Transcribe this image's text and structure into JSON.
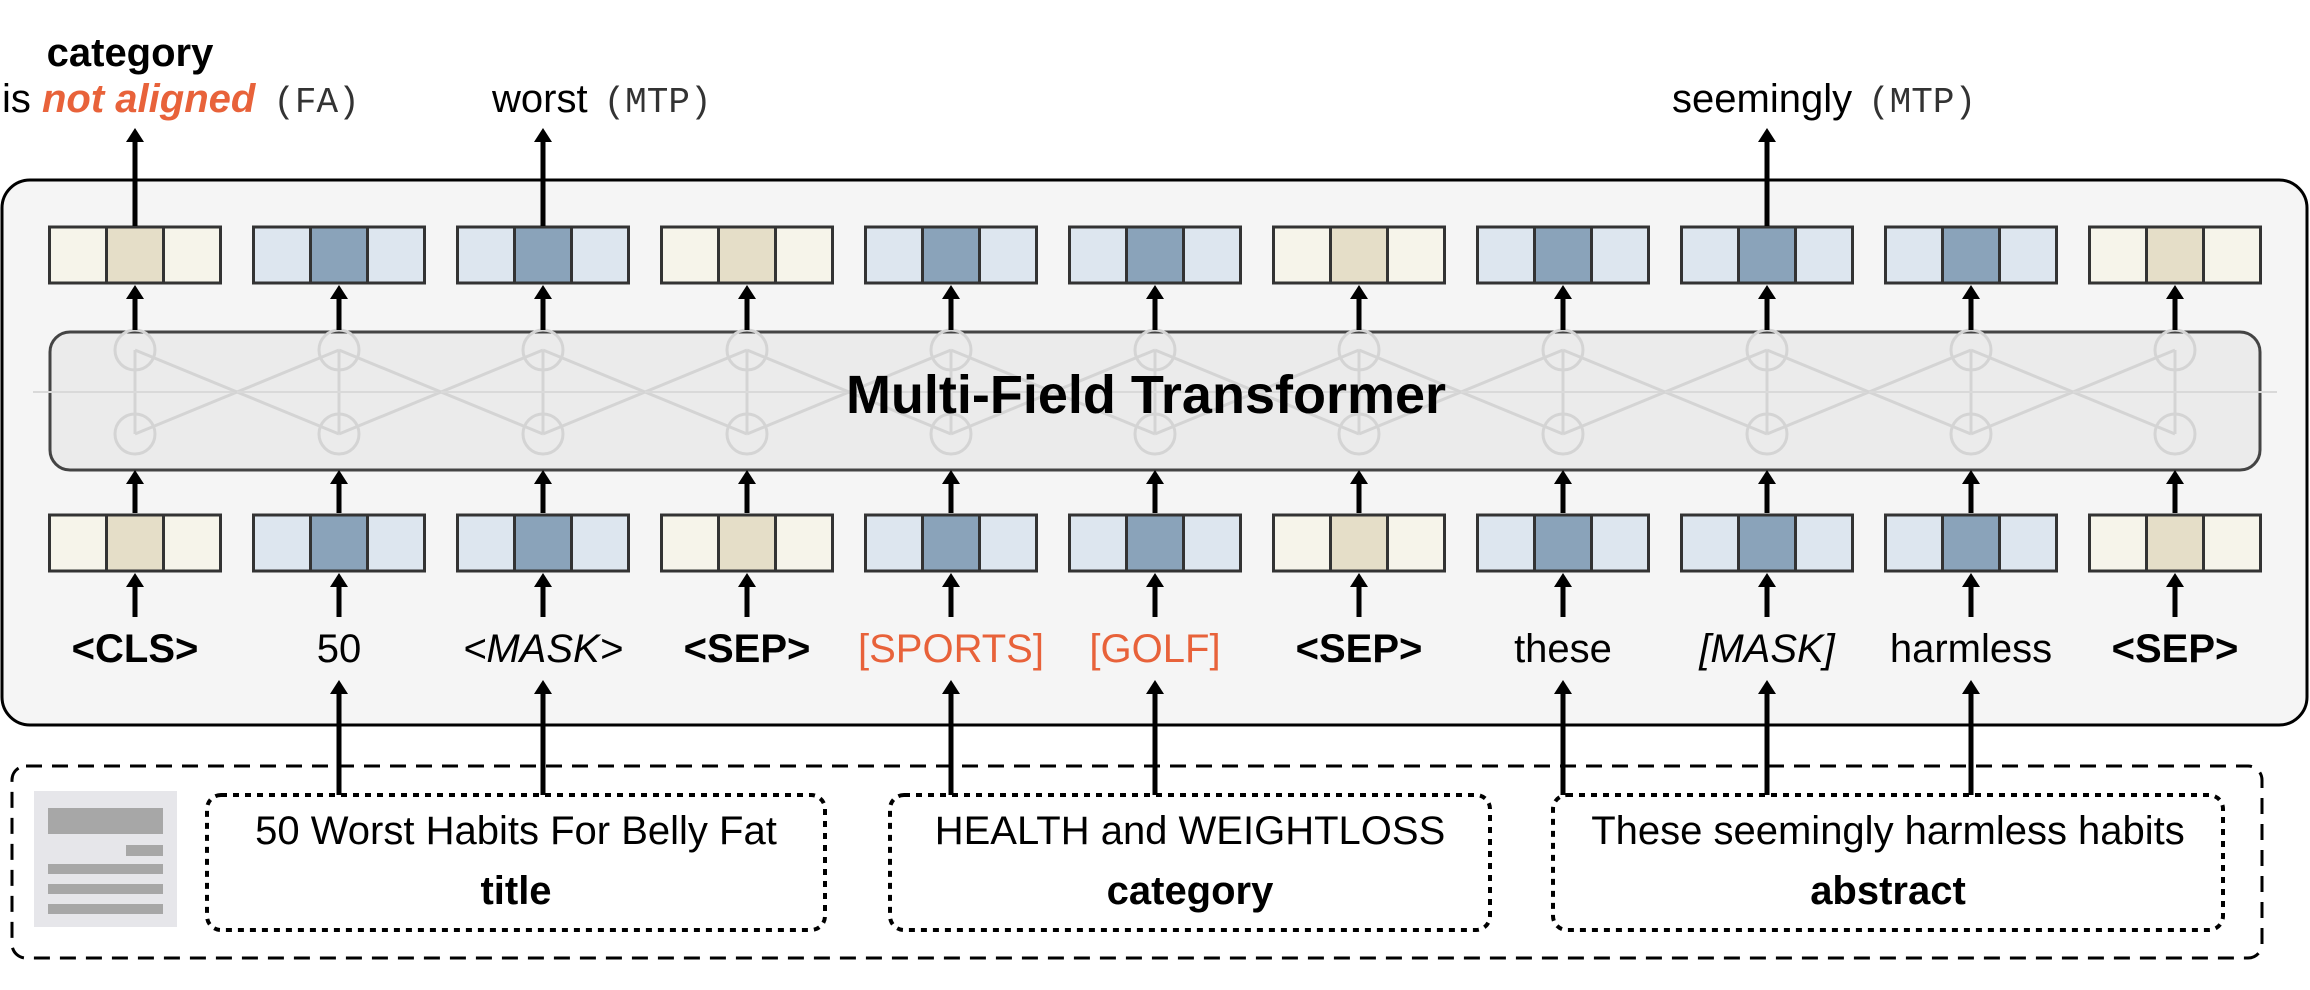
{
  "outputs": {
    "cls": {
      "line1": "category",
      "pre": "is ",
      "highlight": "not aligned",
      "tag": "(FA)"
    },
    "mask1": {
      "word": "worst",
      "tag": "(MTP)"
    },
    "mask2": {
      "word": "seemingly",
      "tag": "(MTP)"
    }
  },
  "transformer_label": "Multi-Field Transformer",
  "tokens": [
    {
      "text": "<CLS>",
      "style": "special",
      "kind": "special"
    },
    {
      "text": "50",
      "style": "normal",
      "kind": "normal"
    },
    {
      "text": "<MASK>",
      "style": "italic",
      "kind": "normal"
    },
    {
      "text": "<SEP>",
      "style": "special",
      "kind": "special"
    },
    {
      "text": "[SPORTS]",
      "style": "orange",
      "kind": "normal"
    },
    {
      "text": "[GOLF]",
      "style": "orange",
      "kind": "normal"
    },
    {
      "text": "<SEP>",
      "style": "special",
      "kind": "special"
    },
    {
      "text": "these",
      "style": "normal",
      "kind": "normal"
    },
    {
      "text": "[MASK]",
      "style": "italic",
      "kind": "normal"
    },
    {
      "text": "harmless",
      "style": "normal",
      "kind": "normal"
    },
    {
      "text": "<SEP>",
      "style": "special",
      "kind": "special"
    }
  ],
  "fields": [
    {
      "text": "50 Worst Habits For Belly Fat",
      "label": "title"
    },
    {
      "text": "HEALTH and WEIGHTLOSS",
      "label": "category"
    },
    {
      "text": "These seemingly harmless habits",
      "label": "abstract"
    }
  ],
  "colors": {
    "accent": "#e8623a",
    "normal_center": "#8aa3ba",
    "normal_side": "#dde6ef",
    "special_center": "#e5dec8",
    "special_side": "#f6f4ea",
    "panel_bg": "#f5f5f5",
    "transformer_bg": "#ebebeb"
  }
}
